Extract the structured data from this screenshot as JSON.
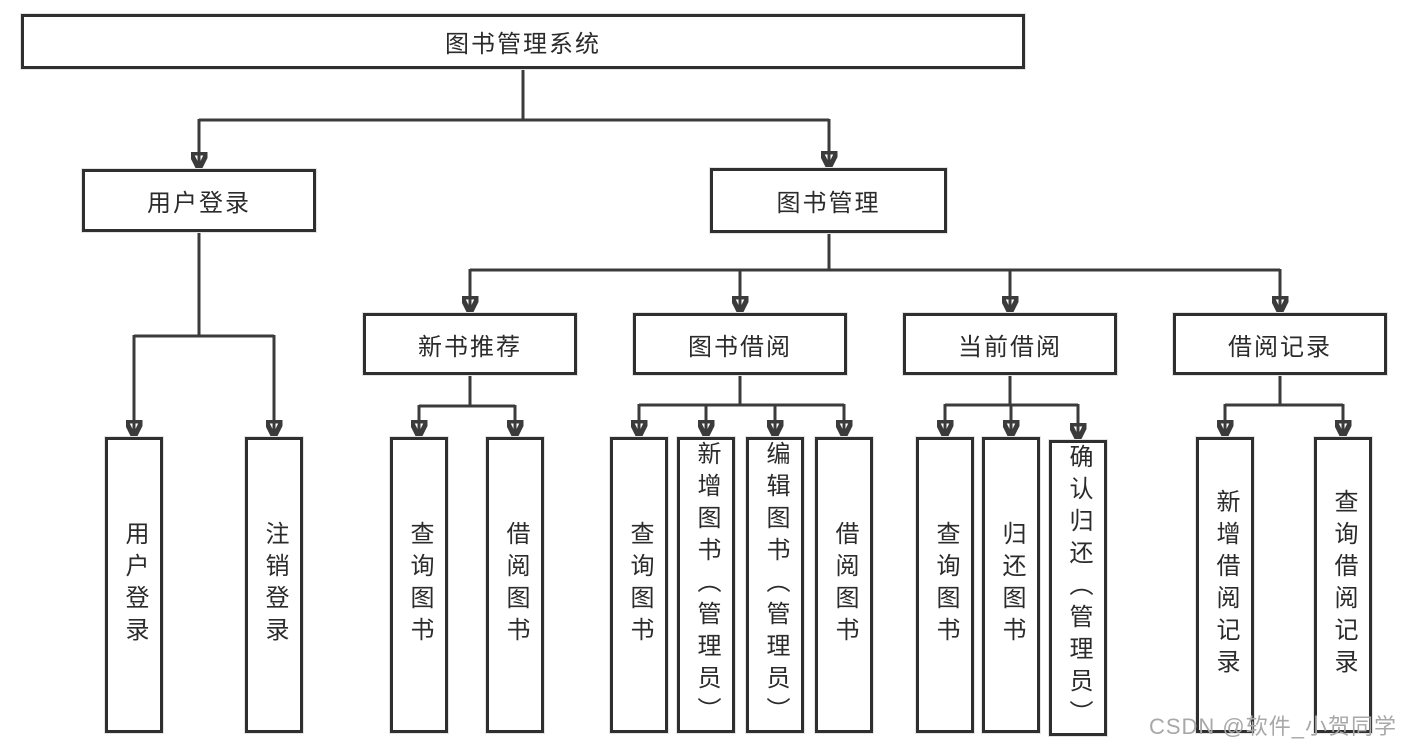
{
  "diagram": {
    "root": {
      "label": "图书管理系统"
    },
    "level1": [
      {
        "label": "用户登录"
      },
      {
        "label": "图书管理"
      }
    ],
    "level2": [
      {
        "label": "新书推荐"
      },
      {
        "label": "图书借阅"
      },
      {
        "label": "当前借阅"
      },
      {
        "label": "借阅记录"
      }
    ],
    "level3": {
      "user_login": [
        "用户登录",
        "注销登录"
      ],
      "new_book_recommend": [
        "查询图书",
        "借阅图书"
      ],
      "book_borrow": [
        "查询图书",
        "新增图书（管理员）",
        "编辑图书（管理员）",
        "借阅图书"
      ],
      "current_borrow": [
        "查询图书",
        "归还图书",
        "确认归还（管理员）"
      ],
      "borrow_records": [
        "新增借阅记录",
        "查询借阅记录"
      ]
    }
  },
  "watermark": {
    "text": "CSDN @软件_小贺同学",
    "color": "#a8a8a8"
  },
  "colors": {
    "line": "#3b3b3b",
    "box_border": "#2f2f2f",
    "text": "#2b2b2b",
    "background": "#ffffff"
  }
}
